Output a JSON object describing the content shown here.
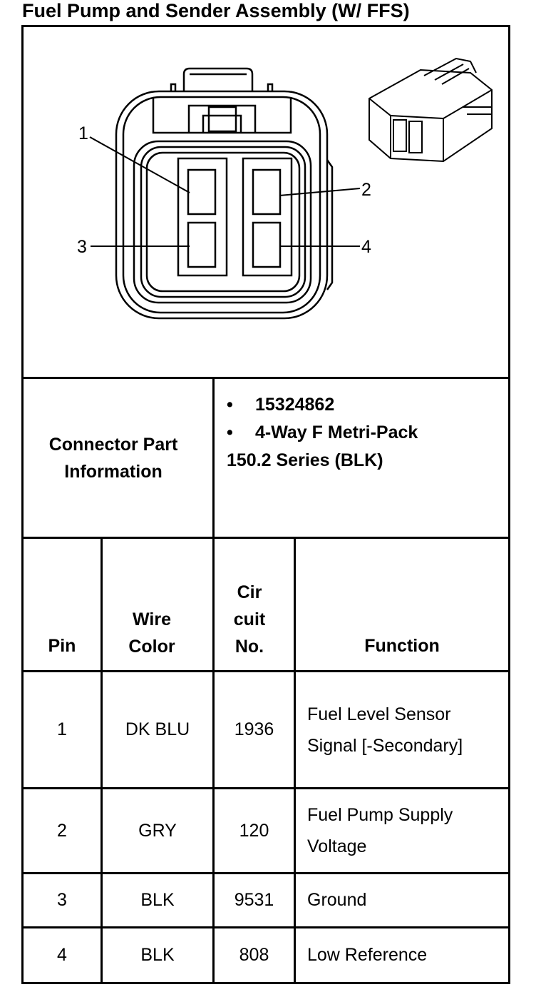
{
  "title": "Fuel Pump and Sender Assembly (W/ FFS)",
  "diagram": {
    "pin_labels": [
      "1",
      "2",
      "3",
      "4"
    ]
  },
  "connector_info": {
    "label": "Connector Part Information",
    "bullets": [
      "15324862",
      "4-Way F Metri-Pack"
    ],
    "continuation": "150.2 Series (BLK)"
  },
  "table": {
    "headers": {
      "pin": "Pin",
      "wire_color": "Wire Color",
      "circuit": "Cir cuit No.",
      "function": "Function"
    },
    "rows": [
      {
        "pin": "1",
        "wire_color": "DK BLU",
        "circuit": "1936",
        "function": "Fuel Level Sensor Signal [-Secondary]"
      },
      {
        "pin": "2",
        "wire_color": "GRY",
        "circuit": "120",
        "function": "Fuel Pump Supply Voltage"
      },
      {
        "pin": "3",
        "wire_color": "BLK",
        "circuit": "9531",
        "function": "Ground"
      },
      {
        "pin": "4",
        "wire_color": "BLK",
        "circuit": "808",
        "function": "Low Reference"
      }
    ]
  }
}
